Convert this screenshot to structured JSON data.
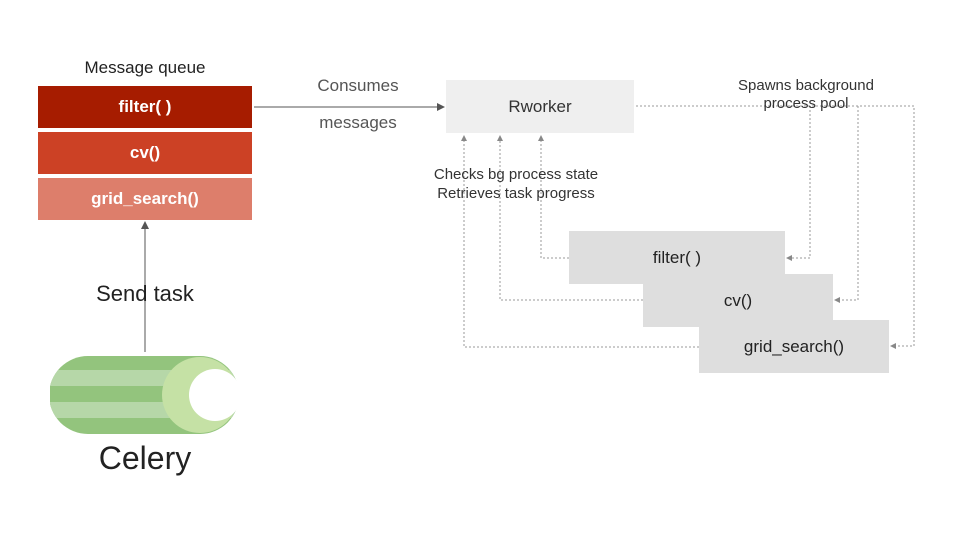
{
  "queue": {
    "title": "Message queue",
    "items": [
      {
        "label": "filter( )",
        "color": "#a61c00"
      },
      {
        "label": "cv()",
        "color": "#cc4125"
      },
      {
        "label": "grid_search()",
        "color": "#dd7e6b"
      }
    ]
  },
  "send_task_label": "Send task",
  "celery": {
    "label": "Celery",
    "colors": {
      "light": "#d9ead3",
      "mid": "#b6d7a8",
      "main": "#93c47d",
      "accent": "#c5e1a5"
    }
  },
  "consume_edge": {
    "line1": "Consumes",
    "line2": "messages"
  },
  "rworker": {
    "label": "Rworker",
    "color": "#efefef"
  },
  "checks_label": {
    "line1": "Checks bg process state",
    "line2": "Retrieves task progress"
  },
  "spawns_label": {
    "line1": "Spawns background",
    "line2": "process pool"
  },
  "processes": [
    {
      "label": "filter( )"
    },
    {
      "label": "cv()"
    },
    {
      "label": "grid_search()"
    }
  ]
}
